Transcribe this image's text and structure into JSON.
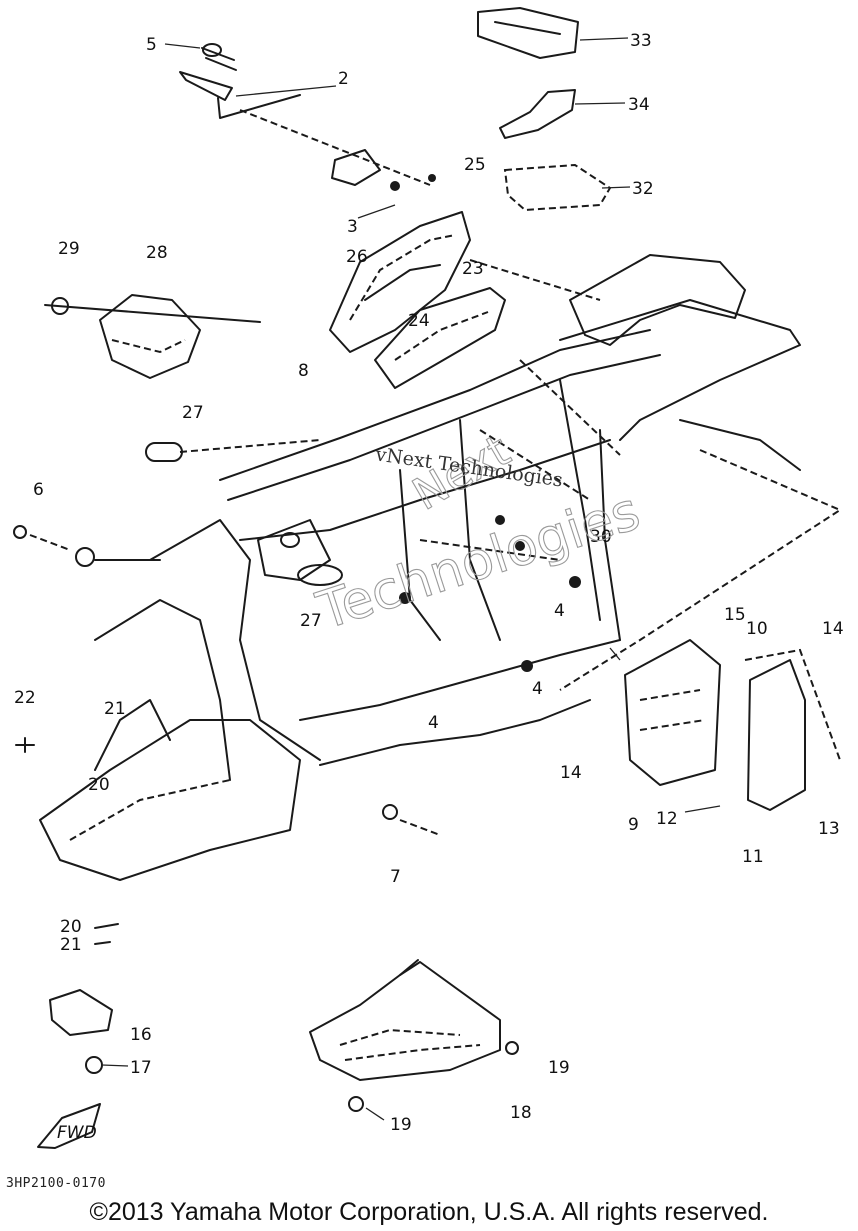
{
  "diagram": {
    "part_numbers": [
      "33",
      "5",
      "2",
      "34",
      "25",
      "32",
      "3",
      "26",
      "23",
      "29",
      "28",
      "24",
      "8",
      "27",
      "6",
      "30",
      "4",
      "15",
      "10",
      "14",
      "22",
      "21",
      "20",
      "9",
      "12",
      "13",
      "11",
      "7",
      "16",
      "17",
      "19",
      "18"
    ],
    "watermark": {
      "line1": "Next",
      "line2": "Technologies",
      "small": "vNext Technologies"
    },
    "fwd_label": "FWD",
    "drawing_code": "3HP2100-0170",
    "copyright": "©2013 Yamaha Motor Corporation, U.S.A. All rights reserved."
  }
}
